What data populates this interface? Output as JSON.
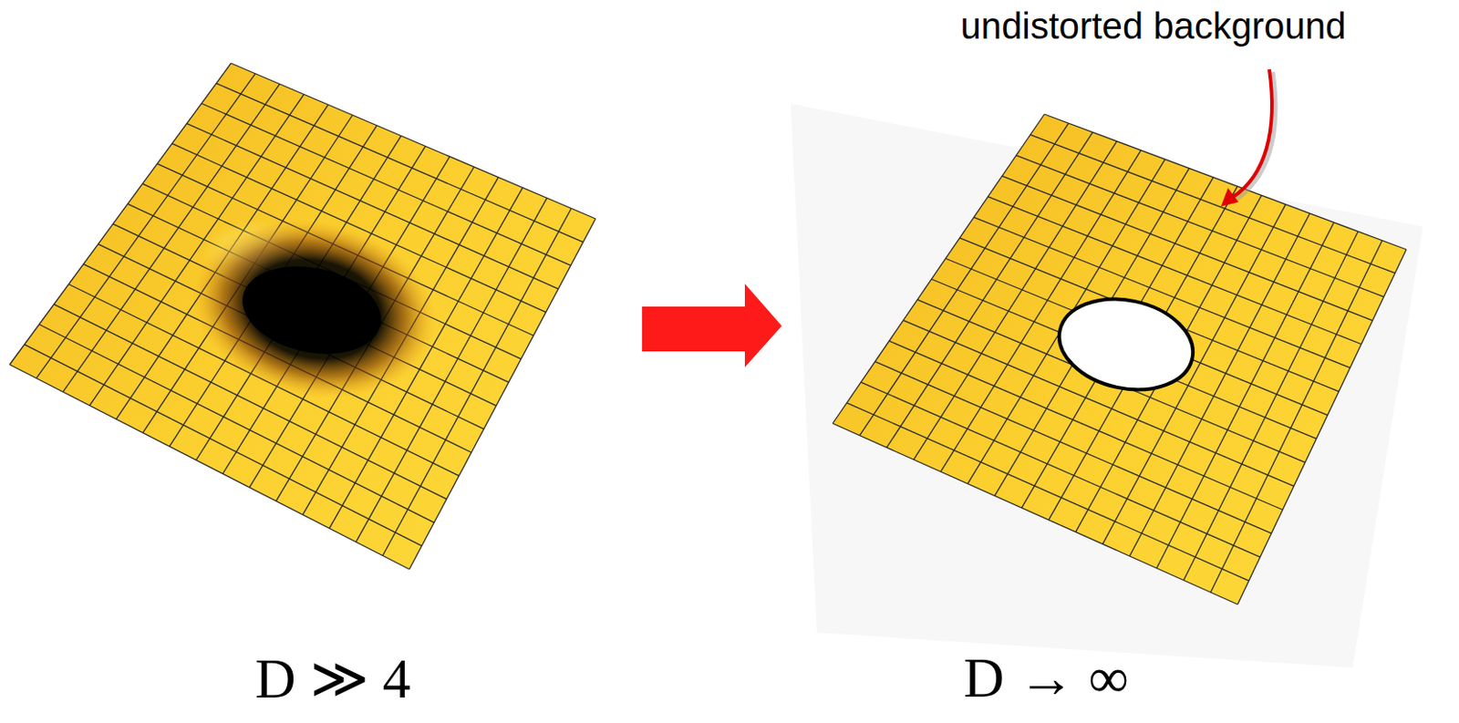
{
  "diagram": {
    "labels": [
      "undistorted background",
      "D ≫ 4",
      "D → ∞"
    ]
  }
}
